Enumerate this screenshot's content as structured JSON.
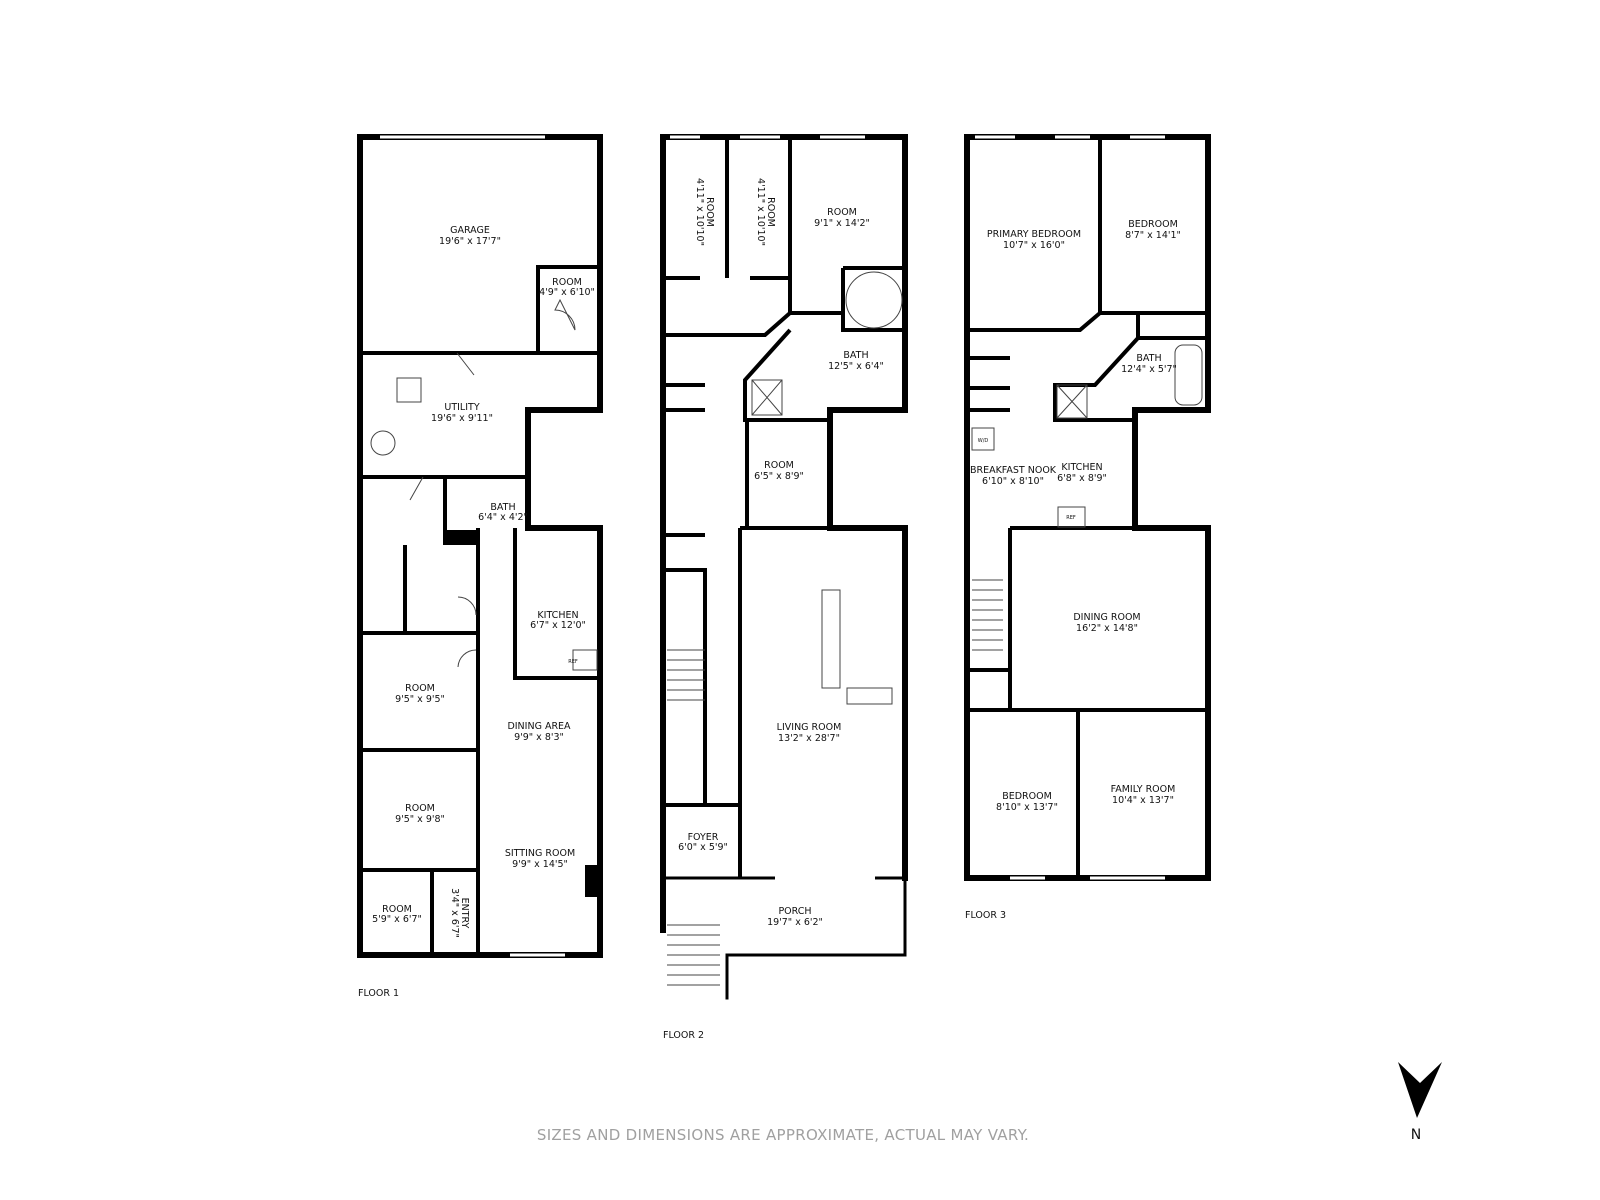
{
  "floors": [
    {
      "name": "FLOOR 1",
      "rooms": [
        {
          "name": "GARAGE",
          "size": "19'6\" x 17'7\""
        },
        {
          "name": "ROOM",
          "size": "4'9\" x 6'10\""
        },
        {
          "name": "UTILITY",
          "size": "19'6\" x 9'11\""
        },
        {
          "name": "BATH",
          "size": "6'4\" x 4'2\""
        },
        {
          "name": "KITCHEN",
          "size": "6'7\" x 12'0\""
        },
        {
          "name": "ROOM",
          "size": "9'5\" x 9'5\""
        },
        {
          "name": "DINING AREA",
          "size": "9'9\" x 8'3\""
        },
        {
          "name": "ROOM",
          "size": "9'5\" x 9'8\""
        },
        {
          "name": "SITTING ROOM",
          "size": "9'9\" x 14'5\""
        },
        {
          "name": "ROOM",
          "size": "5'9\" x 6'7\""
        },
        {
          "name": "ENTRY",
          "size": "3'4\" x 6'7\""
        }
      ],
      "fixtures": [
        "REF"
      ]
    },
    {
      "name": "FLOOR 2",
      "rooms": [
        {
          "name": "ROOM",
          "size": "4'11\" x 10'10\""
        },
        {
          "name": "ROOM",
          "size": "4'11\" x 10'10\""
        },
        {
          "name": "ROOM",
          "size": "9'1\" x 14'2\""
        },
        {
          "name": "BATH",
          "size": "12'5\" x 6'4\""
        },
        {
          "name": "ROOM",
          "size": "6'5\" x 8'9\""
        },
        {
          "name": "LIVING ROOM",
          "size": "13'2\" x 28'7\""
        },
        {
          "name": "FOYER",
          "size": "6'0\" x 5'9\""
        },
        {
          "name": "PORCH",
          "size": "19'7\" x 6'2\""
        }
      ]
    },
    {
      "name": "FLOOR 3",
      "rooms": [
        {
          "name": "PRIMARY BEDROOM",
          "size": "10'7\" x 16'0\""
        },
        {
          "name": "BEDROOM",
          "size": "8'7\" x 14'1\""
        },
        {
          "name": "BATH",
          "size": "12'4\" x 5'7\""
        },
        {
          "name": "BREAKFAST NOOK",
          "size": "6'10\" x 8'10\""
        },
        {
          "name": "KITCHEN",
          "size": "6'8\" x 8'9\""
        },
        {
          "name": "DINING ROOM",
          "size": "16'2\" x 14'8\""
        },
        {
          "name": "BEDROOM",
          "size": "8'10\" x 13'7\""
        },
        {
          "name": "FAMILY ROOM",
          "size": "10'4\" x 13'7\""
        }
      ],
      "fixtures": [
        "W/D",
        "REF"
      ]
    }
  ],
  "compass": {
    "label": "N",
    "icon": "north-arrow-icon"
  },
  "disclaimer": "SIZES AND DIMENSIONS ARE APPROXIMATE, ACTUAL MAY VARY."
}
